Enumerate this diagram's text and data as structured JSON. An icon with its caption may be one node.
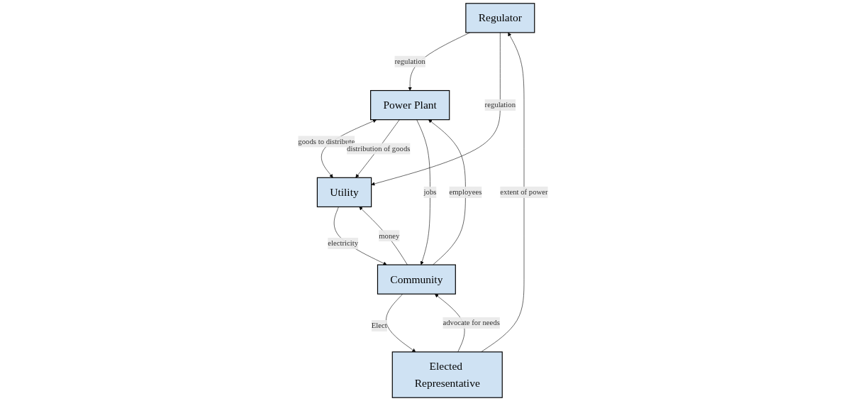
{
  "diagram": {
    "nodes": [
      {
        "text": [
          "Regulator"
        ]
      },
      {
        "text": [
          "Power Plant"
        ]
      },
      {
        "text": [
          "Elected Representative"
        ]
      },
      {
        "text": [
          "Utility"
        ]
      },
      {
        "text": [
          "Community"
        ]
      }
    ],
    "edges": [
      {
        "from": 2,
        "to": 0,
        "arrow": "to",
        "label": "extent of power"
      },
      {
        "from": 0,
        "to": 1,
        "arrow": "to",
        "label": "regulation"
      },
      {
        "from": 0,
        "to": 3,
        "arrow": "to",
        "label": "regulation"
      },
      {
        "from": 1,
        "to": 3,
        "arrow": "both",
        "label": "goods to distribute"
      },
      {
        "from": 1,
        "to": 3,
        "arrow": "to",
        "label": "distribution of goods"
      },
      {
        "from": 1,
        "to": 4,
        "arrow": "to",
        "label": "jobs"
      },
      {
        "from": 4,
        "to": 1,
        "arrow": "to",
        "label": "employees"
      },
      {
        "from": 4,
        "to": 2,
        "arrow": "to",
        "label": "Elect"
      },
      {
        "from": 2,
        "to": 4,
        "arrow": "to",
        "label": "advocate for needs"
      },
      {
        "from": 4,
        "to": 3,
        "arrow": "to",
        "label": "money"
      },
      {
        "from": 3,
        "to": 4,
        "arrow": "to",
        "label": "electricity"
      }
    ]
  }
}
